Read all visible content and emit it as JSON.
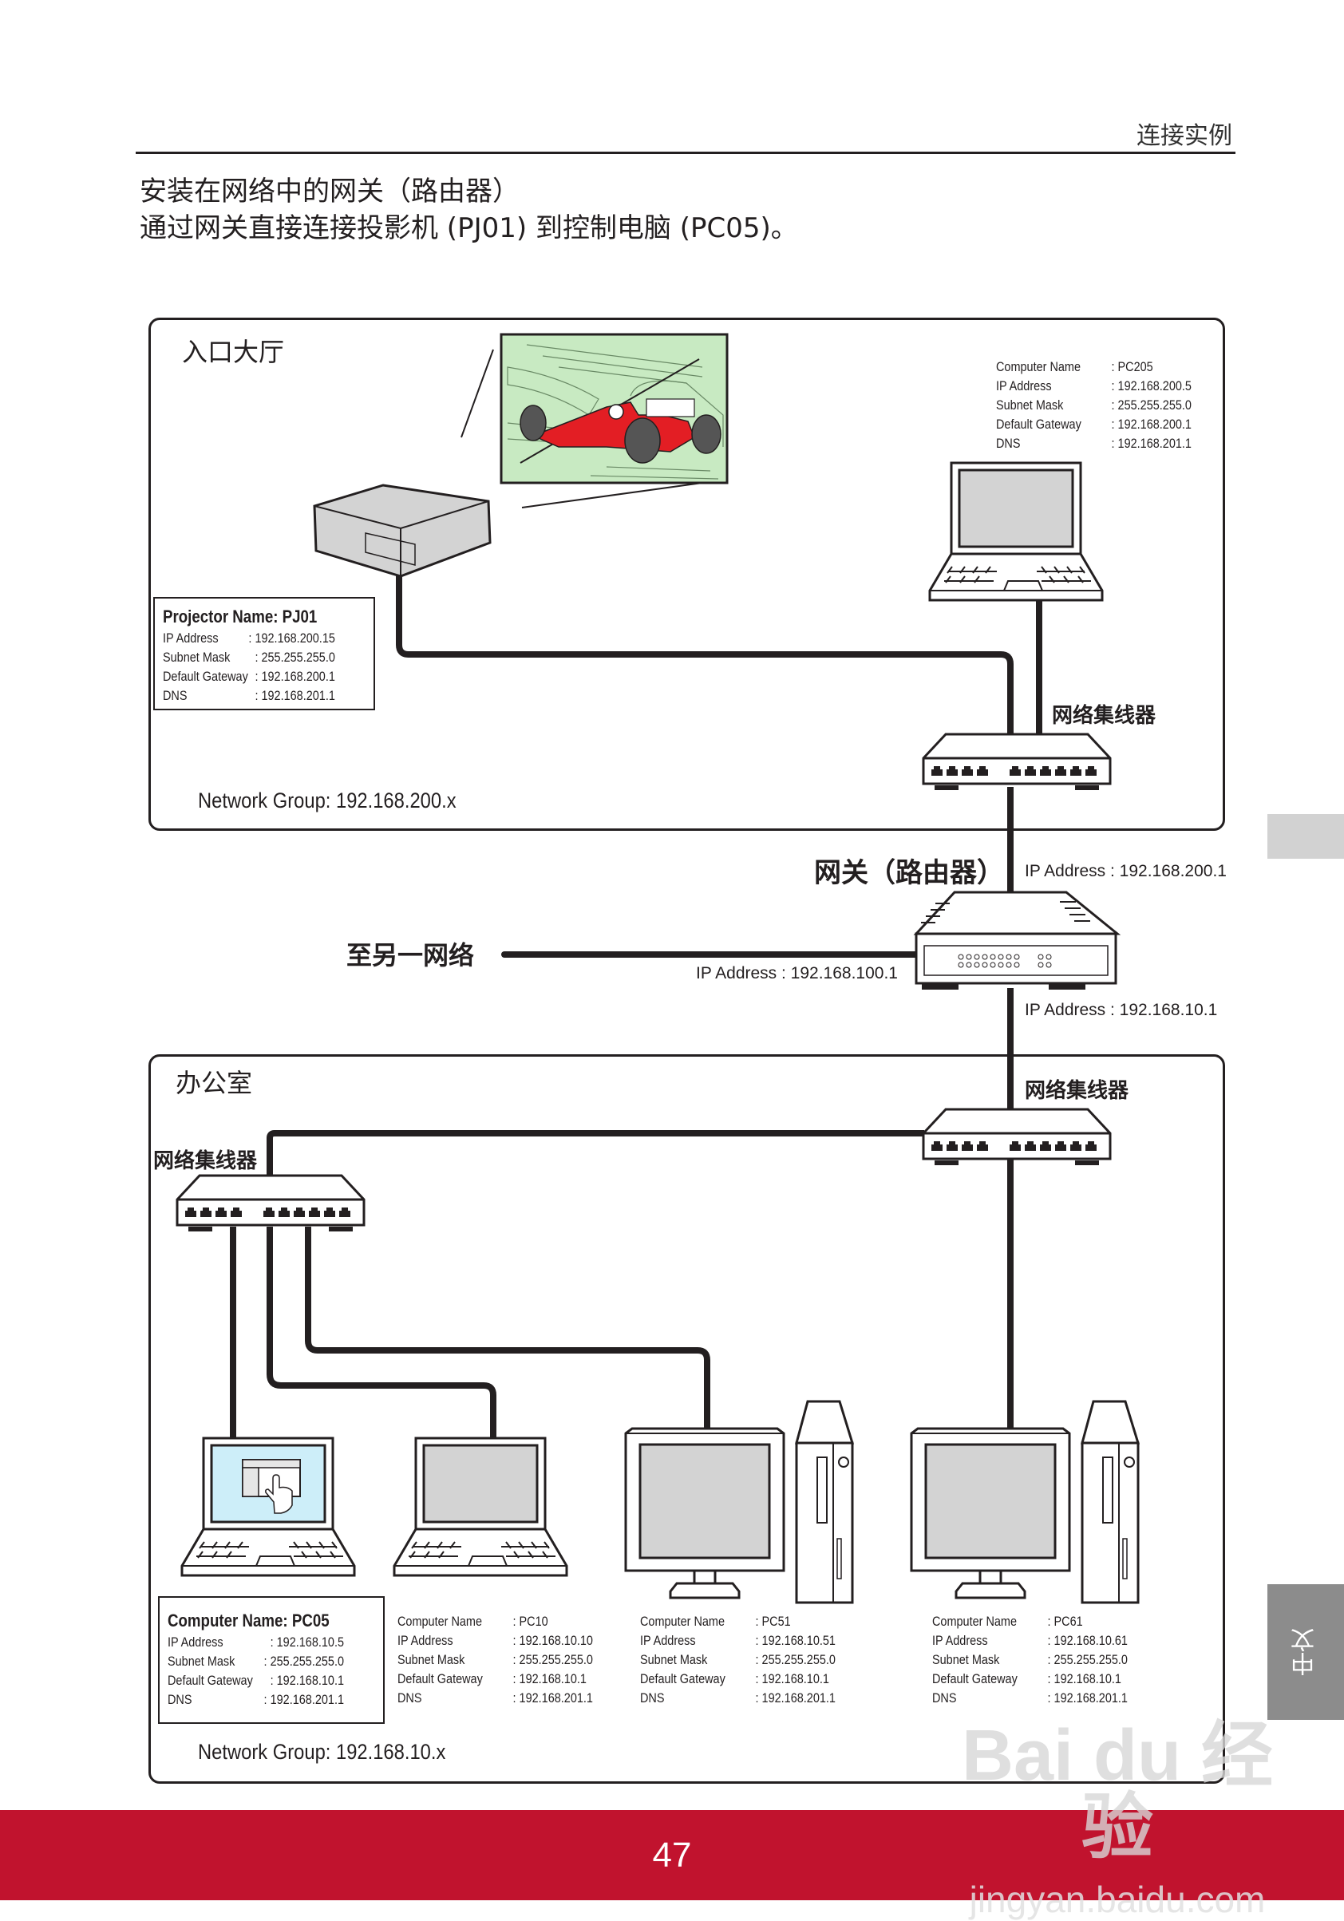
{
  "header": {
    "section_title": "连接实例",
    "heading_line1": "安装在网络中的网关（路由器）",
    "heading_line2": "通过网关直接连接投影机 (PJ01) 到控制电脑 (PC05)。"
  },
  "lobby": {
    "label": "入口大厅",
    "network_group": "Network Group: 192.168.200.x",
    "hub_label": "网络集线器",
    "projector": {
      "title": "Projector Name: PJ01",
      "rows": [
        {
          "k": "IP Address",
          "v": ": 192.168.200.15"
        },
        {
          "k": "Subnet Mask",
          "v": ": 255.255.255.0"
        },
        {
          "k": "Default Gateway",
          "v": ": 192.168.200.1"
        },
        {
          "k": "DNS",
          "v": ": 192.168.201.1"
        }
      ]
    },
    "pc205": {
      "rows": [
        {
          "k": "Computer Name",
          "v": ": PC205"
        },
        {
          "k": "IP Address",
          "v": ": 192.168.200.5"
        },
        {
          "k": "Subnet Mask",
          "v": ": 255.255.255.0"
        },
        {
          "k": "Default Gateway",
          "v": ": 192.168.200.1"
        },
        {
          "k": "DNS",
          "v": ": 192.168.201.1"
        }
      ]
    }
  },
  "router": {
    "label": "网关（路由器）",
    "ip_upper": "IP Address : 192.168.200.1",
    "ip_left": "IP Address : 192.168.100.1",
    "ip_lower": "IP Address : 192.168.10.1",
    "other_network_label": "至另一网络"
  },
  "office": {
    "label": "办公室",
    "network_group": "Network Group: 192.168.10.x",
    "hub_label_main": "网络集线器",
    "hub_label_left": "网络集线器",
    "pc05": {
      "title": "Computer Name: PC05",
      "rows": [
        {
          "k": "IP Address",
          "v": ": 192.168.10.5"
        },
        {
          "k": "Subnet Mask",
          "v": ": 255.255.255.0"
        },
        {
          "k": "Default Gateway",
          "v": ": 192.168.10.1"
        },
        {
          "k": "DNS",
          "v": ": 192.168.201.1"
        }
      ]
    },
    "pc10": {
      "rows": [
        {
          "k": "Computer Name",
          "v": ": PC10"
        },
        {
          "k": "IP Address",
          "v": ": 192.168.10.10"
        },
        {
          "k": "Subnet Mask",
          "v": ": 255.255.255.0"
        },
        {
          "k": "Default Gateway",
          "v": ": 192.168.10.1"
        },
        {
          "k": "DNS",
          "v": ": 192.168.201.1"
        }
      ]
    },
    "pc51": {
      "rows": [
        {
          "k": "Computer Name",
          "v": ": PC51"
        },
        {
          "k": "IP Address",
          "v": ": 192.168.10.51"
        },
        {
          "k": "Subnet Mask",
          "v": ": 255.255.255.0"
        },
        {
          "k": "Default Gateway",
          "v": ": 192.168.10.1"
        },
        {
          "k": "DNS",
          "v": ": 192.168.201.1"
        }
      ]
    },
    "pc61": {
      "rows": [
        {
          "k": "Computer Name",
          "v": ": PC61"
        },
        {
          "k": "IP Address",
          "v": ": 192.168.10.61"
        },
        {
          "k": "Subnet Mask",
          "v": ": 255.255.255.0"
        },
        {
          "k": "Default Gateway",
          "v": ": 192.168.10.1"
        },
        {
          "k": "DNS",
          "v": ": 192.168.201.1"
        }
      ]
    }
  },
  "side_tab": {
    "language": "中文"
  },
  "footer": {
    "page_number": "47"
  },
  "watermark": {
    "brand": "Bai du 经验",
    "url": "jingyan.baidu.com"
  },
  "colors": {
    "footer_red": "#c1132e",
    "screen_gray": "#d3d3d3",
    "projection_green": "#c8eac2",
    "pc05_screen_blue": "#cdeef9",
    "side_tab_gray": "#8c8c8c"
  }
}
